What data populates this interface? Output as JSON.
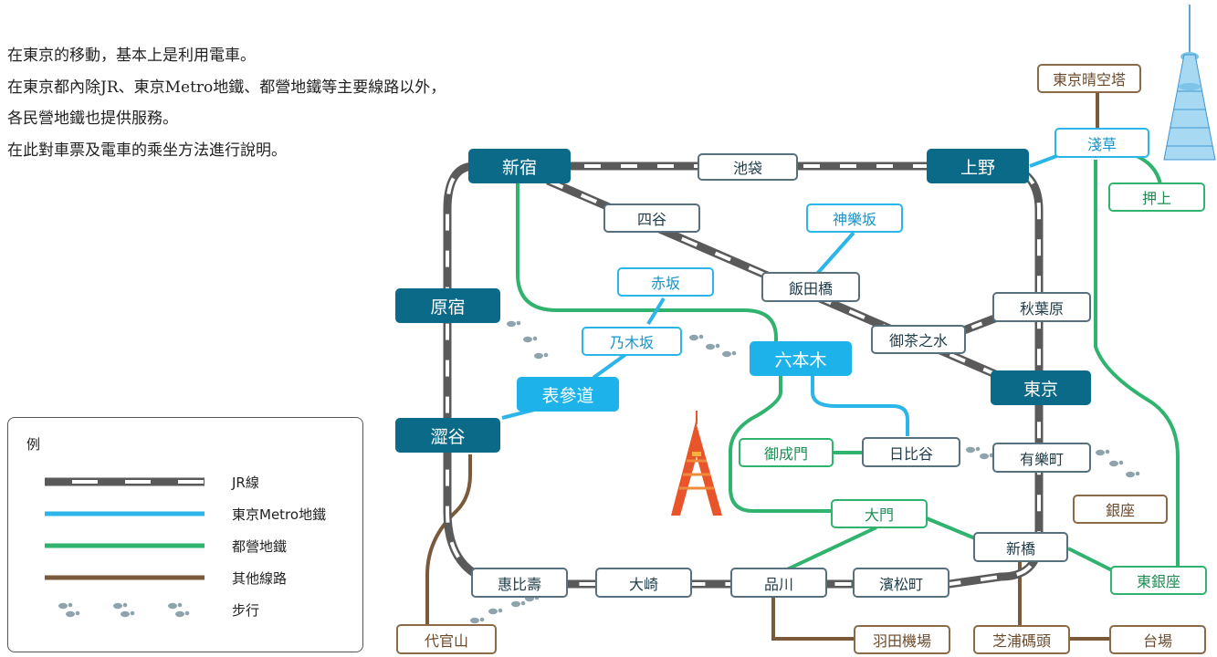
{
  "intro": {
    "lines": [
      "在東京的移動，基本上是利用電車。",
      "在東京都內除JR、東京Metro地鐵、都營地鐵等主要線路以外，",
      "各民營地鐵也提供服務。",
      "在此對車票及電車的乘坐方法進行說明。"
    ]
  },
  "colors": {
    "jr": "#5a5a5a",
    "metro": "#2bb5e8",
    "toei": "#2fb36e",
    "other": "#7a5a3a",
    "walk": "#8fa3ad",
    "jr_station": "#0a6a88",
    "metro_station_fill": "#1db3ea"
  },
  "stations": {
    "shinjuku": "新宿",
    "ikebukuro": "池袋",
    "ueno": "上野",
    "yotsuya": "四谷",
    "kagurazaka": "神樂坂",
    "iidabashi": "飯田橋",
    "akasaka": "赤坂",
    "harajuku": "原宿",
    "nogizaka": "乃木坂",
    "roppongi": "六本木",
    "akihabara": "秋葉原",
    "ochanomizu": "御茶之水",
    "tokyo": "東京",
    "omotesando": "表參道",
    "shibuya": "澀谷",
    "onarimon": "御成門",
    "hibiya": "日比谷",
    "yurakucho": "有樂町",
    "ginza": "銀座",
    "daimon": "大門",
    "shinbashi": "新橋",
    "higashiginza": "東銀座",
    "ebisu": "惠比壽",
    "osaki": "大崎",
    "shinagawa": "品川",
    "hamamatsucho": "濱松町",
    "daikanyama": "代官山",
    "haneda": "羽田機場",
    "shibaura": "芝浦碼頭",
    "daiba": "台場",
    "skytree": "東京晴空塔",
    "asakusa": "淺草",
    "oshiage": "押上"
  },
  "legend": {
    "title": "例",
    "items": [
      {
        "key": "jr",
        "label": "JR線"
      },
      {
        "key": "metro",
        "label": "東京Metro地鐵"
      },
      {
        "key": "toei",
        "label": "都營地鐵"
      },
      {
        "key": "other",
        "label": "其他線路"
      },
      {
        "key": "walk",
        "label": "步行"
      }
    ]
  }
}
